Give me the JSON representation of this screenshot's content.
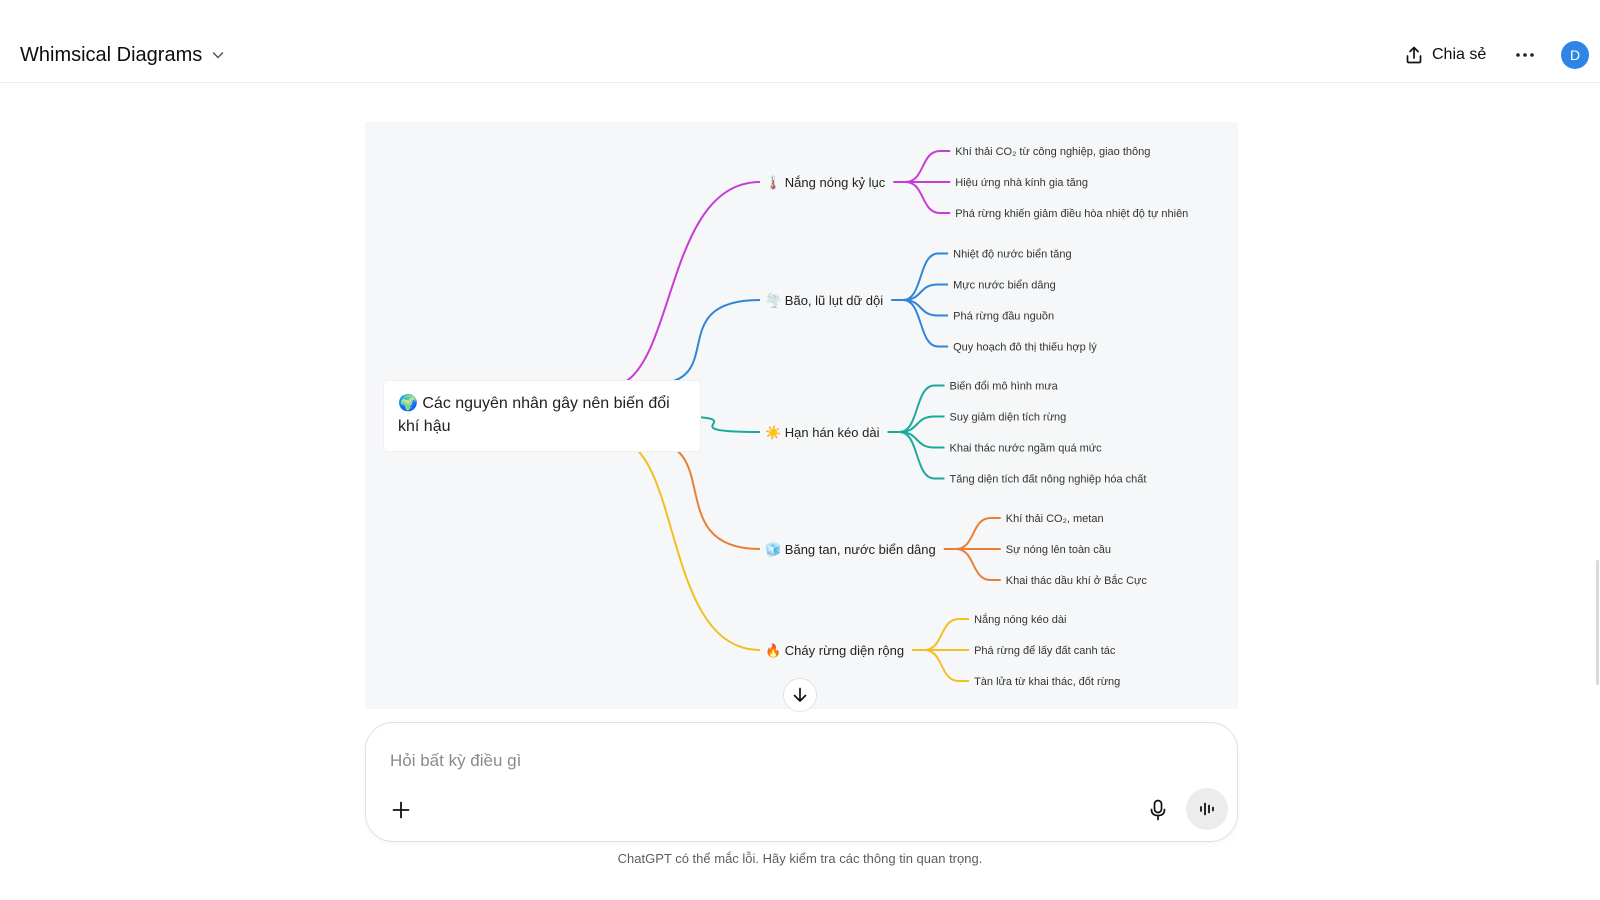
{
  "header": {
    "title": "Whimsical Diagrams",
    "share_label": "Chia sẻ",
    "avatar_letter": "D"
  },
  "diagram": {
    "root": "🌍 Các nguyên nhân gây nên biến đổi khí hậu",
    "branches": [
      {
        "label": "🌡️ Nắng nóng kỷ lục",
        "color": "#c93bd6",
        "children": [
          "Khí thải CO₂ từ công nghiệp, giao thông",
          "Hiệu ứng nhà kính gia tăng",
          "Phá rừng khiến giảm điều hòa nhiệt độ tự nhiên"
        ]
      },
      {
        "label": "🌪️ Bão, lũ lụt dữ dội",
        "color": "#2f86d6",
        "children": [
          "Nhiệt độ nước biển tăng",
          "Mực nước biển dâng",
          "Phá rừng đầu nguồn",
          "Quy hoạch đô thị thiếu hợp lý"
        ]
      },
      {
        "label": "☀️ Hạn hán kéo dài",
        "color": "#18ab9c",
        "children": [
          "Biến đổi mô hình mưa",
          "Suy giảm diện tích rừng",
          "Khai thác nước ngầm quá mức",
          "Tăng diện tích đất nông nghiệp hóa chất"
        ]
      },
      {
        "label": "🧊 Băng tan, nước biển dâng",
        "color": "#ea7f33",
        "children": [
          "Khí thải CO₂, metan",
          "Sự nóng lên toàn cầu",
          "Khai thác dầu khí ở Bắc Cực"
        ]
      },
      {
        "label": "🔥 Cháy rừng diện rộng",
        "color": "#f3bf22",
        "children": [
          "Nắng nóng kéo dài",
          "Phá rừng để lấy đất canh tác",
          "Tàn lửa từ khai thác, đốt rừng"
        ]
      }
    ]
  },
  "composer": {
    "placeholder": "Hỏi bất kỳ điều gì"
  },
  "footer": {
    "disclaimer": "ChatGPT có thể mắc lỗi. Hãy kiểm tra các thông tin quan trọng."
  }
}
